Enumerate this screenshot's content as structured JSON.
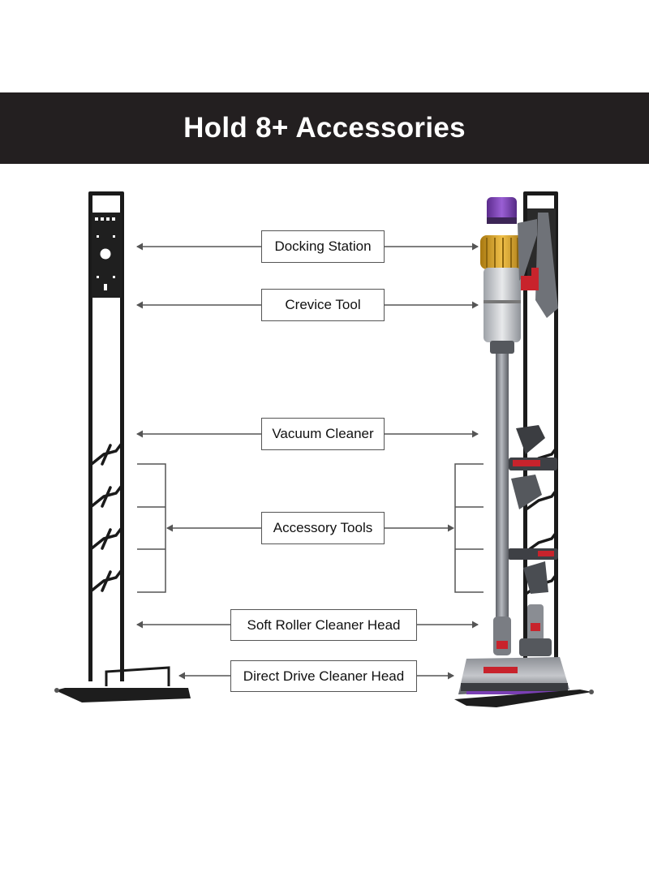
{
  "header": {
    "title": "Hold 8+ Accessories"
  },
  "labels": {
    "docking_station": "Docking Station",
    "crevice_tool": "Crevice Tool",
    "vacuum_cleaner": "Vacuum Cleaner",
    "accessory_tools": "Accessory Tools",
    "soft_roller": "Soft Roller Cleaner Head",
    "direct_drive": "Direct Drive Cleaner Head"
  },
  "colors": {
    "banner_background": "#231f20",
    "banner_text": "#ffffff",
    "stand_frame": "#1a1a1a",
    "vacuum_body": "#8a8d93",
    "vacuum_accent_gold": "#d9a21b",
    "vacuum_bin_purple": "#7a3fb3",
    "vacuum_red": "#c8232c",
    "arrow": "#555555"
  }
}
